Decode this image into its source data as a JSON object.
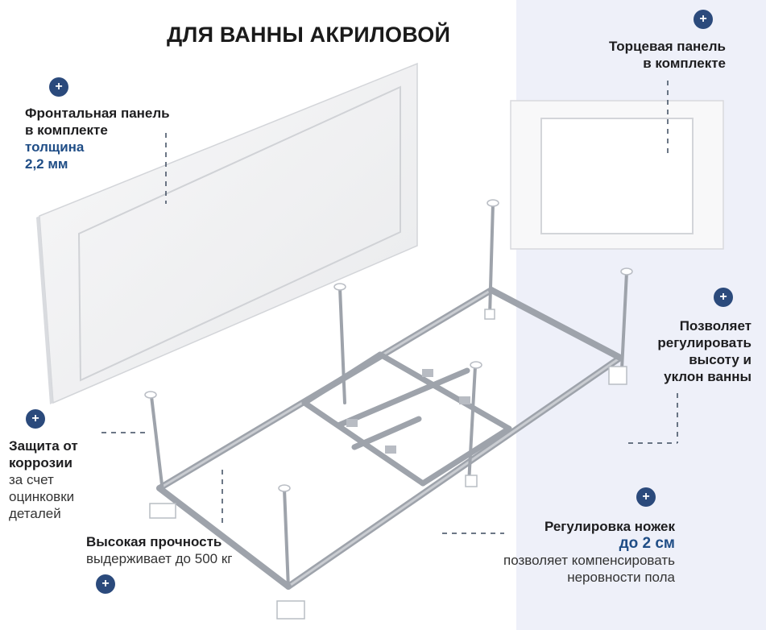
{
  "title": "ДЛЯ ВАННЫ АКРИЛОВОЙ",
  "plus_icon": "+",
  "colors": {
    "accent": "#2b4a7c",
    "highlight": "#1f4d86",
    "right_panel_bg": "#eef0f9"
  },
  "features": {
    "front_panel": {
      "line1": "Фронтальная панель",
      "line2": "в комплекте",
      "line3": "толщина",
      "line4": "2,2 мм"
    },
    "end_panel": {
      "line1": "Торцевая панель",
      "line2": "в комплекте"
    },
    "adjust": {
      "line1": "Позволяет",
      "line2": "регулировать",
      "line3": "высоту и",
      "line4": "уклон ванны"
    },
    "corrosion": {
      "line1": "Защита от",
      "line2": "коррозии",
      "line3": "за счет",
      "line4": "оцинковки",
      "line5": "деталей"
    },
    "strength": {
      "line1": "Высокая прочность",
      "line2": "выдерживает до 500 кг"
    },
    "legs": {
      "line1": "Регулировка ножек",
      "line2": "до 2 см",
      "line3": "позволяет компенсировать",
      "line4": "неровности пола"
    }
  }
}
